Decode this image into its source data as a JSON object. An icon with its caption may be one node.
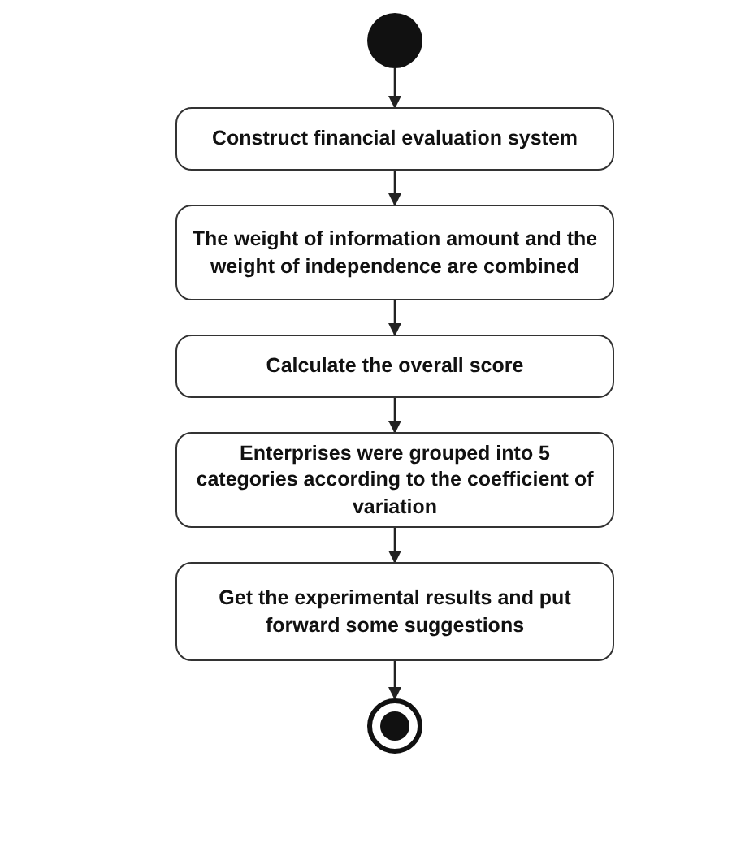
{
  "diagram": {
    "nodes": [
      {
        "text": [],
        "shape": "circle"
      },
      {
        "text": [
          "Construct financial evaluation system"
        ]
      },
      {
        "text": [
          "The weight of information amount and the weight of independence are combined"
        ]
      },
      {
        "text": [
          "Calculate the overall score"
        ]
      },
      {
        "text": [
          "Enterprises were grouped into 5 categories according to the coefficient of variation"
        ]
      },
      {
        "text": [
          "Get the experimental results and put forward some suggestions"
        ]
      },
      {
        "text": [],
        "shape": "bullseye"
      }
    ],
    "edges": [
      {
        "from": 0,
        "to": 1,
        "arrow": "to"
      },
      {
        "from": 1,
        "to": 2,
        "arrow": "to"
      },
      {
        "from": 2,
        "to": 3,
        "arrow": "to"
      },
      {
        "from": 3,
        "to": 4,
        "arrow": "to"
      },
      {
        "from": 4,
        "to": 5,
        "arrow": "to"
      },
      {
        "from": 5,
        "to": 6,
        "arrow": "to"
      }
    ]
  }
}
